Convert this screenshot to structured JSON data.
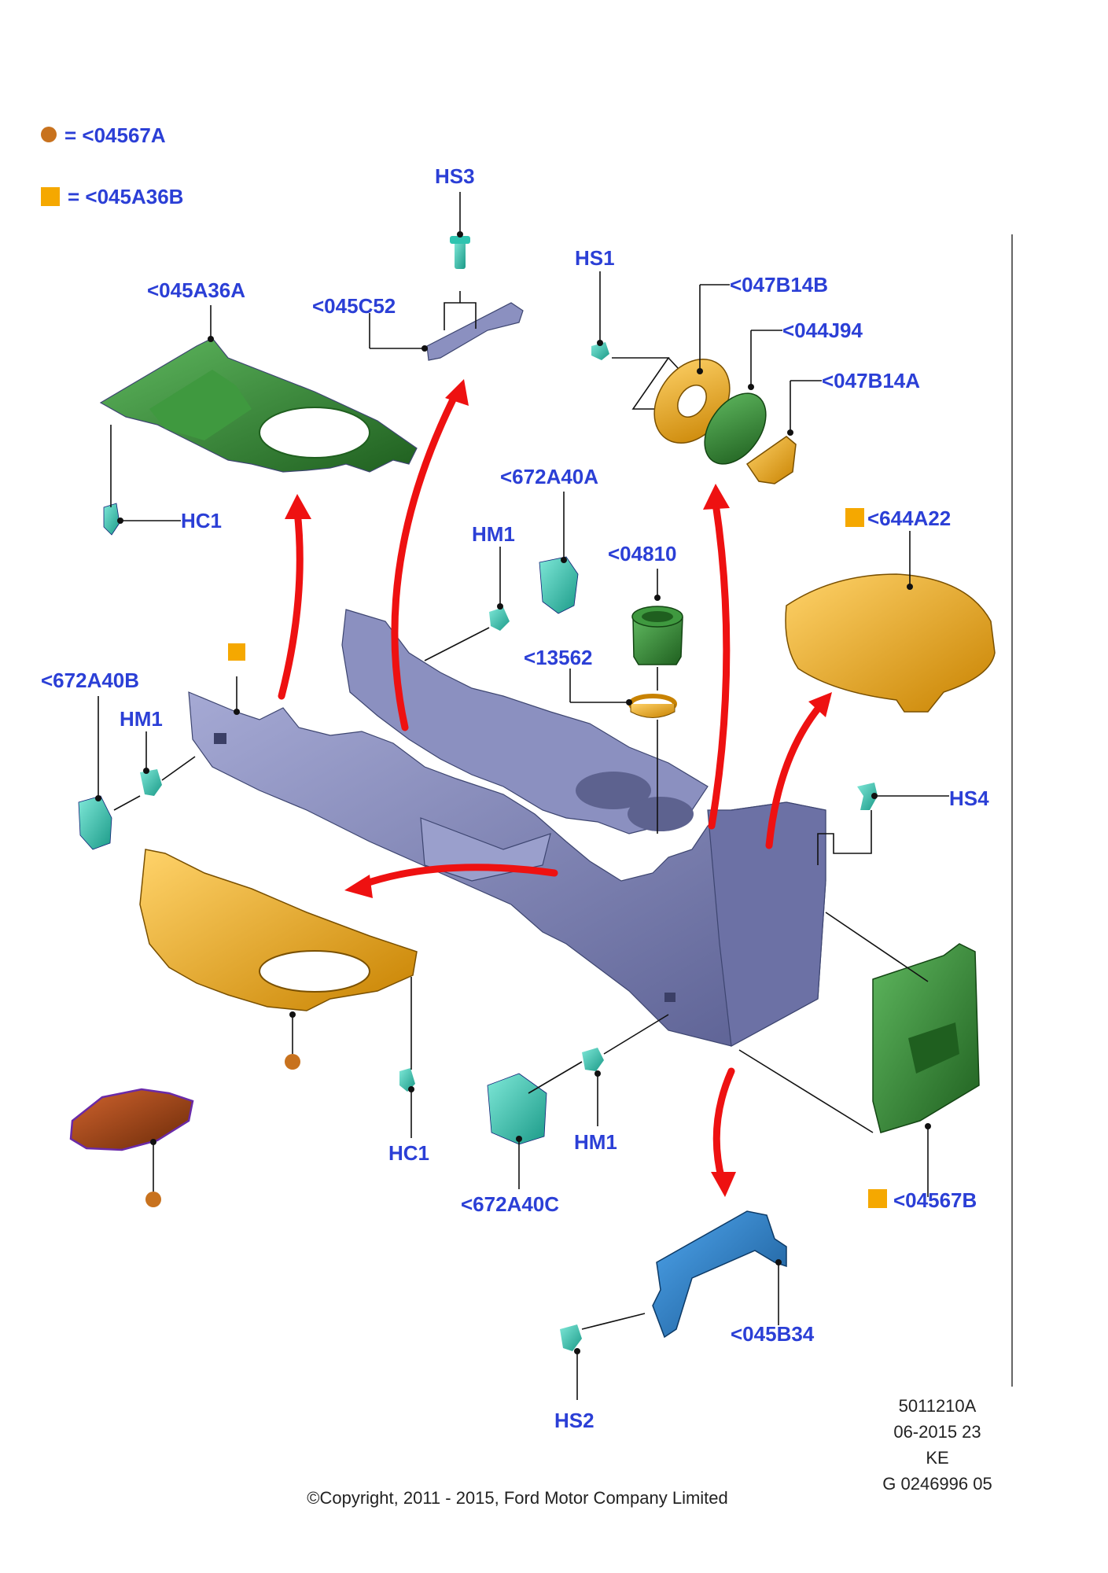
{
  "legend": [
    {
      "symbol": "circle",
      "color": "#c8721e",
      "text": "= <04567A"
    },
    {
      "symbol": "square",
      "color": "#f5a800",
      "text": "= <045A36B"
    }
  ],
  "labels": {
    "hs3": "HS3",
    "c045c52": "<045C52",
    "hs1": "HS1",
    "c047b14b": "<047B14B",
    "c044j94": "<044J94",
    "c047b14a": "<047B14A",
    "c045a36a": "<045A36A",
    "hc1_top": "HC1",
    "c672a40a": "<672A40A",
    "hm1_top": "HM1",
    "c04810": "<04810",
    "c644a22": "<644A22",
    "c13562": "<13562",
    "c672a40b": "<672A40B",
    "hm1_left": "HM1",
    "hs4": "HS4",
    "hc1_bottom": "HC1",
    "hm1_bottom": "HM1",
    "c672a40c": "<672A40C",
    "c04567b": "<04567B",
    "c045b34": "<045B34",
    "hs2": "HS2"
  },
  "footer": {
    "ref_line1": "5011210A",
    "ref_line2": "06-2015 23",
    "ref_line3": "KE",
    "ref_line4": "G 0246996 05",
    "copyright": "©Copyright, 2011 - 2015, Ford Motor Company Limited"
  },
  "colors": {
    "label": "#2b3fd6",
    "console": "#7a7fb0",
    "green_part": "#2e7d2e",
    "orange_part": "#e8a51a",
    "teal_clip": "#2ec4b0",
    "blue_bracket": "#1f6fc2",
    "arrow": "#ee1111"
  }
}
